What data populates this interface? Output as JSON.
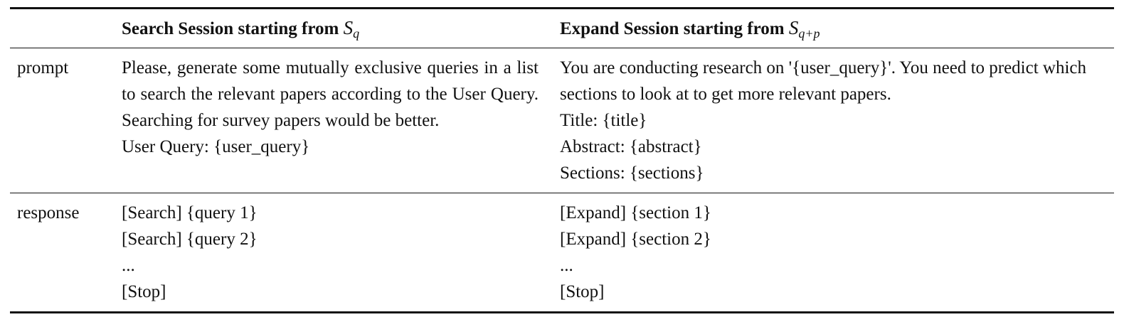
{
  "table": {
    "header": {
      "label_col": "",
      "search_col_text": "Search Session starting from ",
      "search_col_math": "S",
      "search_col_sub": "q",
      "expand_col_text": "Expand Session starting from ",
      "expand_col_math": "S",
      "expand_col_sub": "q+p"
    },
    "rows": [
      {
        "label": "prompt",
        "search": {
          "paragraph": "Please, generate some mutually exclusive queries in a list to search the relevant papers according to the User Query.  Searching for survey papers would be better.",
          "lines": [
            "User Query: {user_query}"
          ]
        },
        "expand": {
          "paragraph": "You are conducting research on '{user_query}'. You need to predict which sections to look at to get more relevant papers.",
          "lines": [
            "Title: {title}",
            "Abstract: {abstract}",
            "Sections: {sections}"
          ]
        }
      },
      {
        "label": "response",
        "search": {
          "lines": [
            "[Search] {query 1}",
            "[Search] {query 2}",
            "...",
            "[Stop]"
          ]
        },
        "expand": {
          "lines": [
            "[Expand] {section 1}",
            "[Expand] {section 2}",
            "...",
            "[Stop]"
          ]
        }
      }
    ]
  }
}
